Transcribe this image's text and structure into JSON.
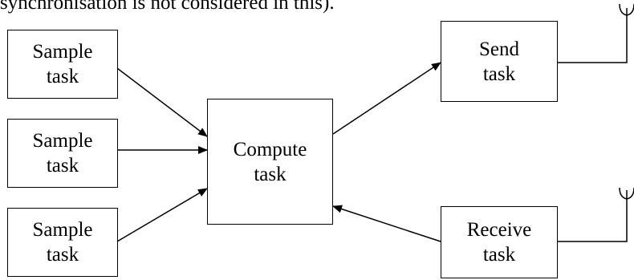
{
  "caption": "synchronisation is not considered in this).",
  "tasks": {
    "sample_1": {
      "line1": "Sample",
      "line2": "task"
    },
    "sample_2": {
      "line1": "Sample",
      "line2": "task"
    },
    "sample_3": {
      "line1": "Sample",
      "line2": "task"
    },
    "compute": {
      "line1": "Compute",
      "line2": "task"
    },
    "send": {
      "line1": "Send",
      "line2": "task"
    },
    "receive": {
      "line1": "Receive",
      "line2": "task"
    }
  }
}
